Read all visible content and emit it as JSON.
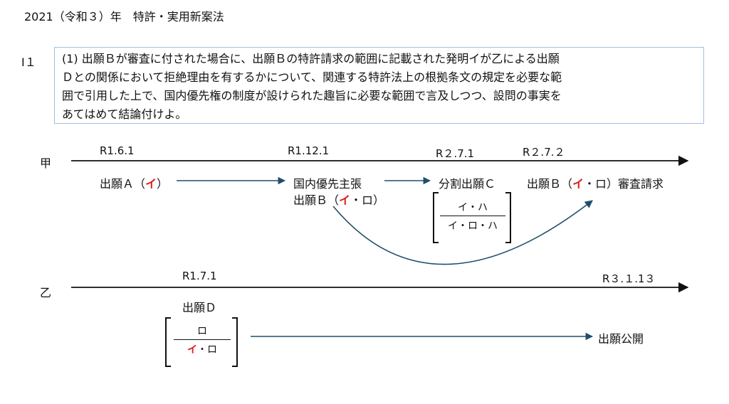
{
  "header": {
    "title": "2021（令和３）年　特許・実用新案法"
  },
  "question": {
    "number": "Ⅰ１",
    "lines": [
      "(1) 出願Ｂが審査に付された場合に、出願Ｂの特許請求の範囲に記載された発明イが乙による出願",
      "Ｄとの関係において拒絶理由を有するかについて、関連する特許法上の根拠条文の規定を必要な範",
      "囲で引用した上で、国内優先権の制度が設けられた趣旨に必要な範囲で言及しつつ、設問の事実を",
      "あてはめて結論付けよ。"
    ]
  },
  "timeline_kou": {
    "party": "甲",
    "dates": [
      "R1.6.1",
      "R1.12.1",
      "R２.7.1",
      "R２.7.２"
    ],
    "app_a": {
      "pre": "出願Ａ（",
      "mark": "イ",
      "post": "）"
    },
    "priority_label": "国内優先主張",
    "app_b": {
      "pre": "出願Ｂ（",
      "mark": "イ",
      "post": "・ロ）"
    },
    "divisional_label": "分割出願Ｃ",
    "divisional_num": "イ・ハ",
    "divisional_den": "イ・ロ・ハ",
    "exam_b": {
      "pre": "出願Ｂ（",
      "mark": "イ",
      "post": "・ロ）審査請求"
    }
  },
  "timeline_otsu": {
    "party": "乙",
    "dates": [
      "R1.7.1",
      "R３.１.1３"
    ],
    "app_d_label": "出願Ｄ",
    "app_d_num": "ロ",
    "app_d_den": {
      "mark": "イ",
      "post": "・ロ"
    },
    "publication_label": "出願公開"
  },
  "colors": {
    "accent_red": "#e01b1b",
    "arrow_blue": "#1f4e6b",
    "box_border": "#9fc1e0"
  }
}
